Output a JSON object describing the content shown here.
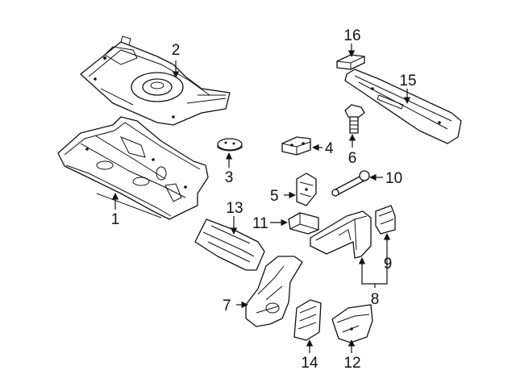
{
  "diagram": {
    "callouts": [
      {
        "id": "1",
        "label": "1"
      },
      {
        "id": "2",
        "label": "2"
      },
      {
        "id": "3",
        "label": "3"
      },
      {
        "id": "4",
        "label": "4"
      },
      {
        "id": "5",
        "label": "5"
      },
      {
        "id": "6",
        "label": "6"
      },
      {
        "id": "7",
        "label": "7"
      },
      {
        "id": "8",
        "label": "8"
      },
      {
        "id": "9",
        "label": "9"
      },
      {
        "id": "10",
        "label": "10"
      },
      {
        "id": "11",
        "label": "11"
      },
      {
        "id": "12",
        "label": "12"
      },
      {
        "id": "13",
        "label": "13"
      },
      {
        "id": "14",
        "label": "14"
      },
      {
        "id": "15",
        "label": "15"
      },
      {
        "id": "16",
        "label": "16"
      }
    ]
  }
}
